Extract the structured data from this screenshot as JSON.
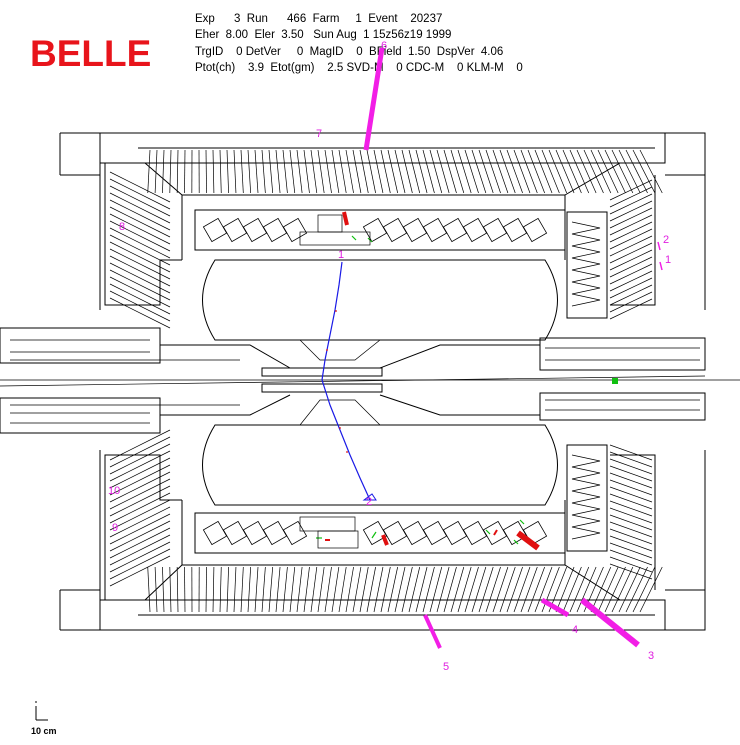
{
  "header": {
    "logo": "BELLE",
    "lines": [
      "Exp      3  Run      466  Farm     1  Event    20237",
      "Eher  8.00  Eler  3.50   Sun Aug  1 15z56z19 1999",
      "TrgID    0 DetVer     0  MagID    0  BField  1.50  DspVer  4.06",
      "Ptot(ch)    3.9  Etot(gm)    2.5 SVD-M    0 CDC-M    0 KLM-M    0"
    ]
  },
  "labels": {
    "l1": "1",
    "l2": "2",
    "l3": "3",
    "l4": "4",
    "l5": "5",
    "l6": "6",
    "l7": "7",
    "l8": "8",
    "l9": "9",
    "l10": "10",
    "l2b": "2",
    "l1b": "1"
  },
  "scale": {
    "text": "10 cm"
  },
  "colors": {
    "logo": "#e8141b",
    "track": "#1a1ae6",
    "cluster": "#f21ee6",
    "hit": "#e01010",
    "green": "#10c010"
  }
}
